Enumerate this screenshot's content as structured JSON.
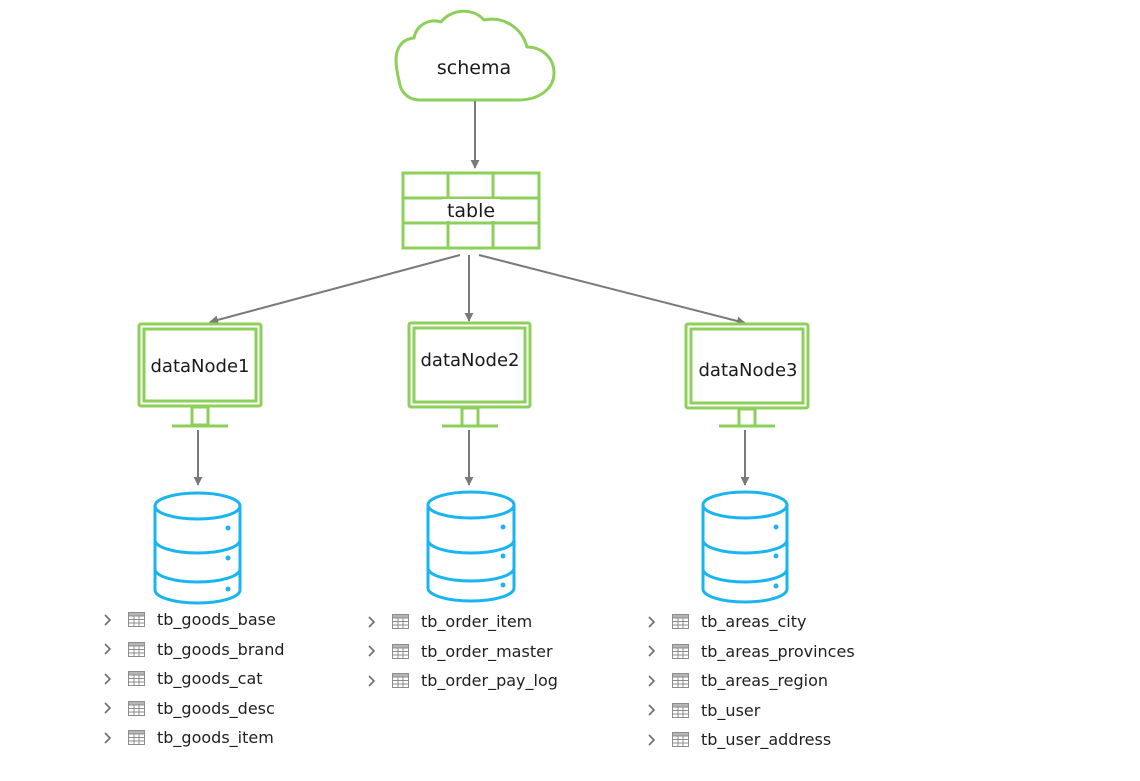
{
  "colors": {
    "green_stroke": "#8cd05a",
    "db_blue": "#1ab5ef",
    "arrow_gray": "#7a7a7a",
    "table_icon_gray": "#8c8c8c"
  },
  "icons": {
    "schema": "cloud-icon",
    "table": "grid-table-icon",
    "node": "monitor-icon",
    "database": "database-icon",
    "tree_expand": "chevron-right-icon",
    "tree_table": "table-icon"
  },
  "diagram": {
    "schema_label": "schema",
    "table_label": "table",
    "nodes": [
      {
        "label": "dataNode1",
        "tables": [
          "tb_goods_base",
          "tb_goods_brand",
          "tb_goods_cat",
          "tb_goods_desc",
          "tb_goods_item"
        ]
      },
      {
        "label": "dataNode2",
        "tables": [
          "tb_order_item",
          "tb_order_master",
          "tb_order_pay_log"
        ]
      },
      {
        "label": "dataNode3",
        "tables": [
          "tb_areas_city",
          "tb_areas_provinces",
          "tb_areas_region",
          "tb_user",
          "tb_user_address"
        ]
      }
    ]
  }
}
